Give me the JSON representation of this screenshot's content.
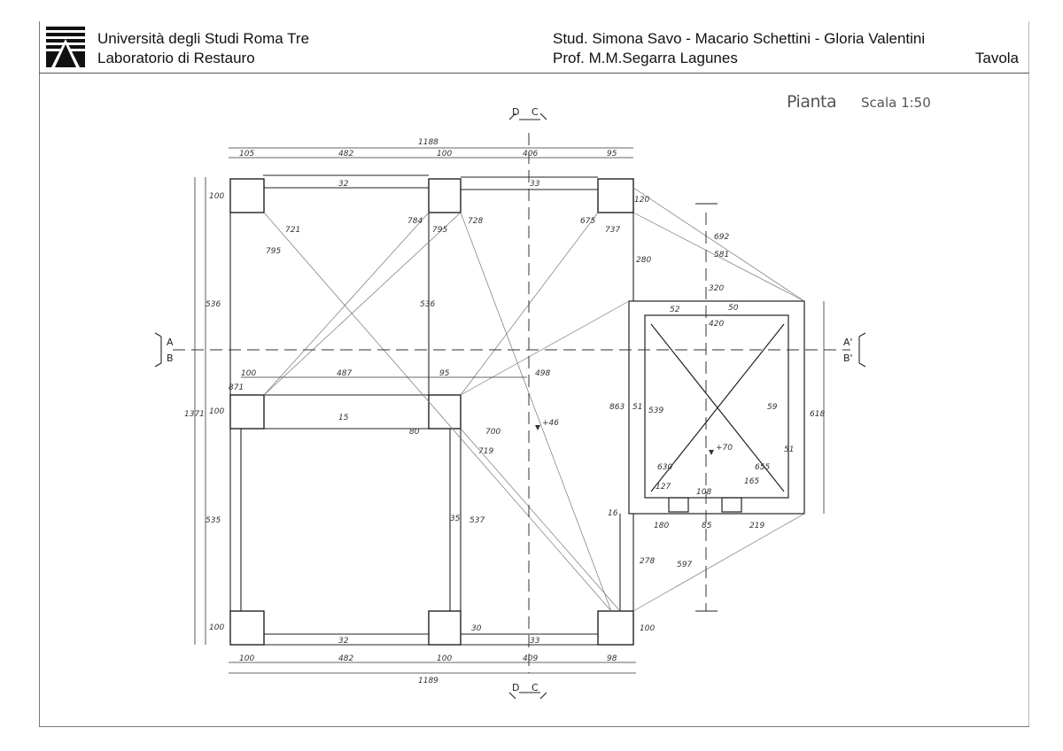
{
  "header": {
    "university": "Università degli Studi Roma Tre",
    "laboratory": "Laboratorio di Restauro",
    "students": "Stud. Simona Savo - Macario Schettini - Gloria Valentini",
    "professor": "Prof. M.M.Segarra Lagunes",
    "sheet": "Tavola"
  },
  "drawing": {
    "title": "Pianta",
    "scale": "Scala 1:50"
  },
  "sections": {
    "a": "A",
    "a_prime": "A'",
    "b": "B",
    "b_prime": "B'",
    "c": "C",
    "d": "D"
  },
  "dimensions": {
    "top_total": "1188",
    "top_1": "105",
    "top_2": "482",
    "top_3": "100",
    "top_4": "406",
    "top_5": "95",
    "bottom_total": "1189",
    "bottom_1": "100",
    "bottom_2": "482",
    "bottom_3": "100",
    "bottom_4": "409",
    "bottom_5": "98",
    "left_total": "1371",
    "left_1": "100",
    "left_2": "536",
    "left_3": "100",
    "left_4": "535",
    "left_5": "100",
    "mid_1": "100",
    "mid_2": "487",
    "mid_3": "95",
    "mid_4": "498",
    "diag_1": "721",
    "diag_2": "795",
    "diag_3": "784",
    "diag_4": "795",
    "diag_5": "728",
    "diag_6": "675",
    "diag_7": "737",
    "diag_8": "692",
    "diag_9": "581",
    "diag_10": "719",
    "diag_11": "700",
    "diag_12": "863",
    "diag_13": "597",
    "wall_1": "32",
    "wall_2": "33",
    "wall_3": "15",
    "wall_4": "32",
    "wall_5": "33",
    "wall_6": "35",
    "wall_7": "30",
    "c_1": "536",
    "c_2": "537",
    "c_3": "80",
    "c_4": "871",
    "r_1": "280",
    "r_2": "320",
    "r_3": "420",
    "r_4": "52",
    "r_5": "50",
    "r_6": "51",
    "r_7": "539",
    "r_8": "59",
    "r_9": "618",
    "r_10": "51",
    "r_11": "630",
    "r_12": "655",
    "r_13": "127",
    "r_14": "108",
    "r_15": "165",
    "r_16": "180",
    "r_17": "85",
    "r_18": "219",
    "r_19": "16",
    "r_20": "278",
    "r_21": "100",
    "r_22": "120",
    "level_1": "+46",
    "level_2": "+70"
  }
}
